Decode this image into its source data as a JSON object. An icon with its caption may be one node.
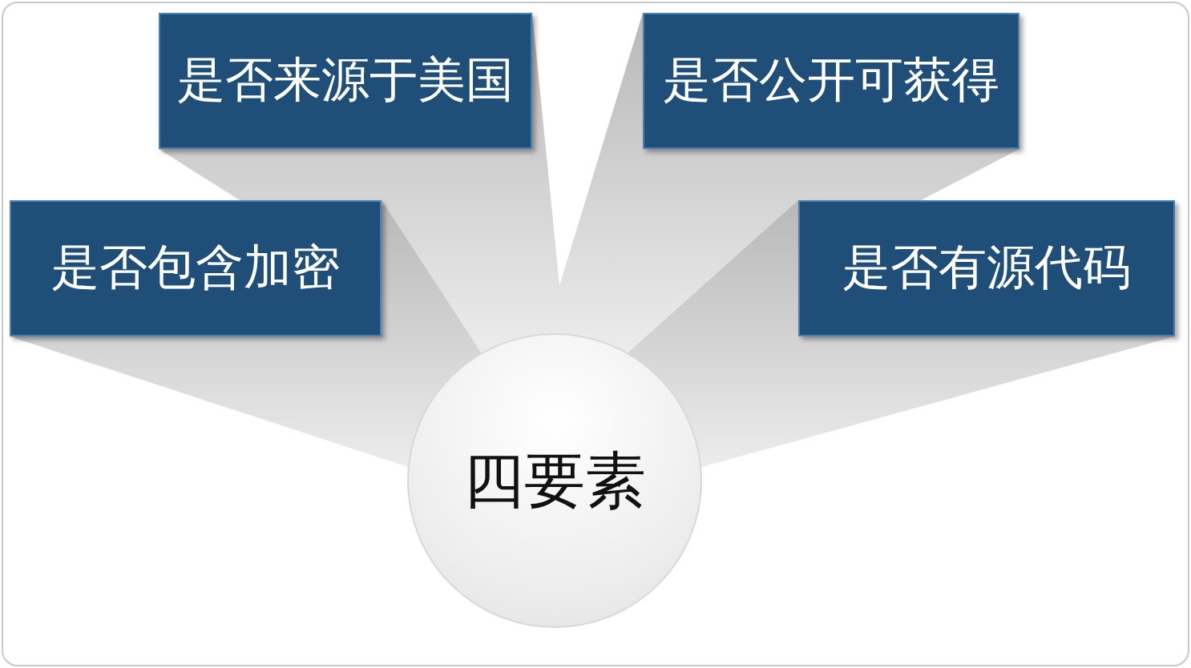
{
  "diagram": {
    "nodes": [
      {
        "text": [
          "四要素"
        ]
      },
      {
        "text": [
          "是否来源于美国"
        ]
      },
      {
        "text": [
          "是否公开可获得"
        ]
      },
      {
        "text": [
          "是否包含加密"
        ]
      },
      {
        "text": [
          "是否有源代码"
        ]
      }
    ],
    "edges": [
      {
        "from": 0,
        "to": 1,
        "arrow": "none"
      },
      {
        "from": 0,
        "to": 2,
        "arrow": "none"
      },
      {
        "from": 0,
        "to": 3,
        "arrow": "none"
      },
      {
        "from": 0,
        "to": 4,
        "arrow": "none"
      }
    ]
  }
}
